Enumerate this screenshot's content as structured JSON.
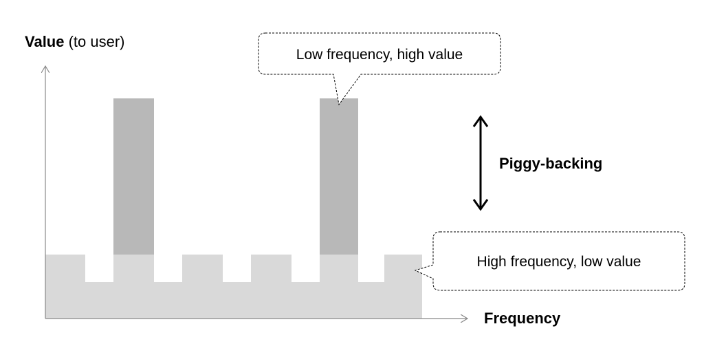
{
  "y_axis": {
    "label_bold": "Value",
    "label_rest": " (to user)"
  },
  "x_axis": {
    "label": "Frequency"
  },
  "callouts": {
    "top": "Low frequency, high value",
    "bottom": "High frequency, low value"
  },
  "arrow_label": "Piggy-backing",
  "colors": {
    "low_value_band": "#d9d9d9",
    "high_value_bar": "#b8b8b8",
    "axis": "#888888",
    "arrow": "#000000"
  }
}
